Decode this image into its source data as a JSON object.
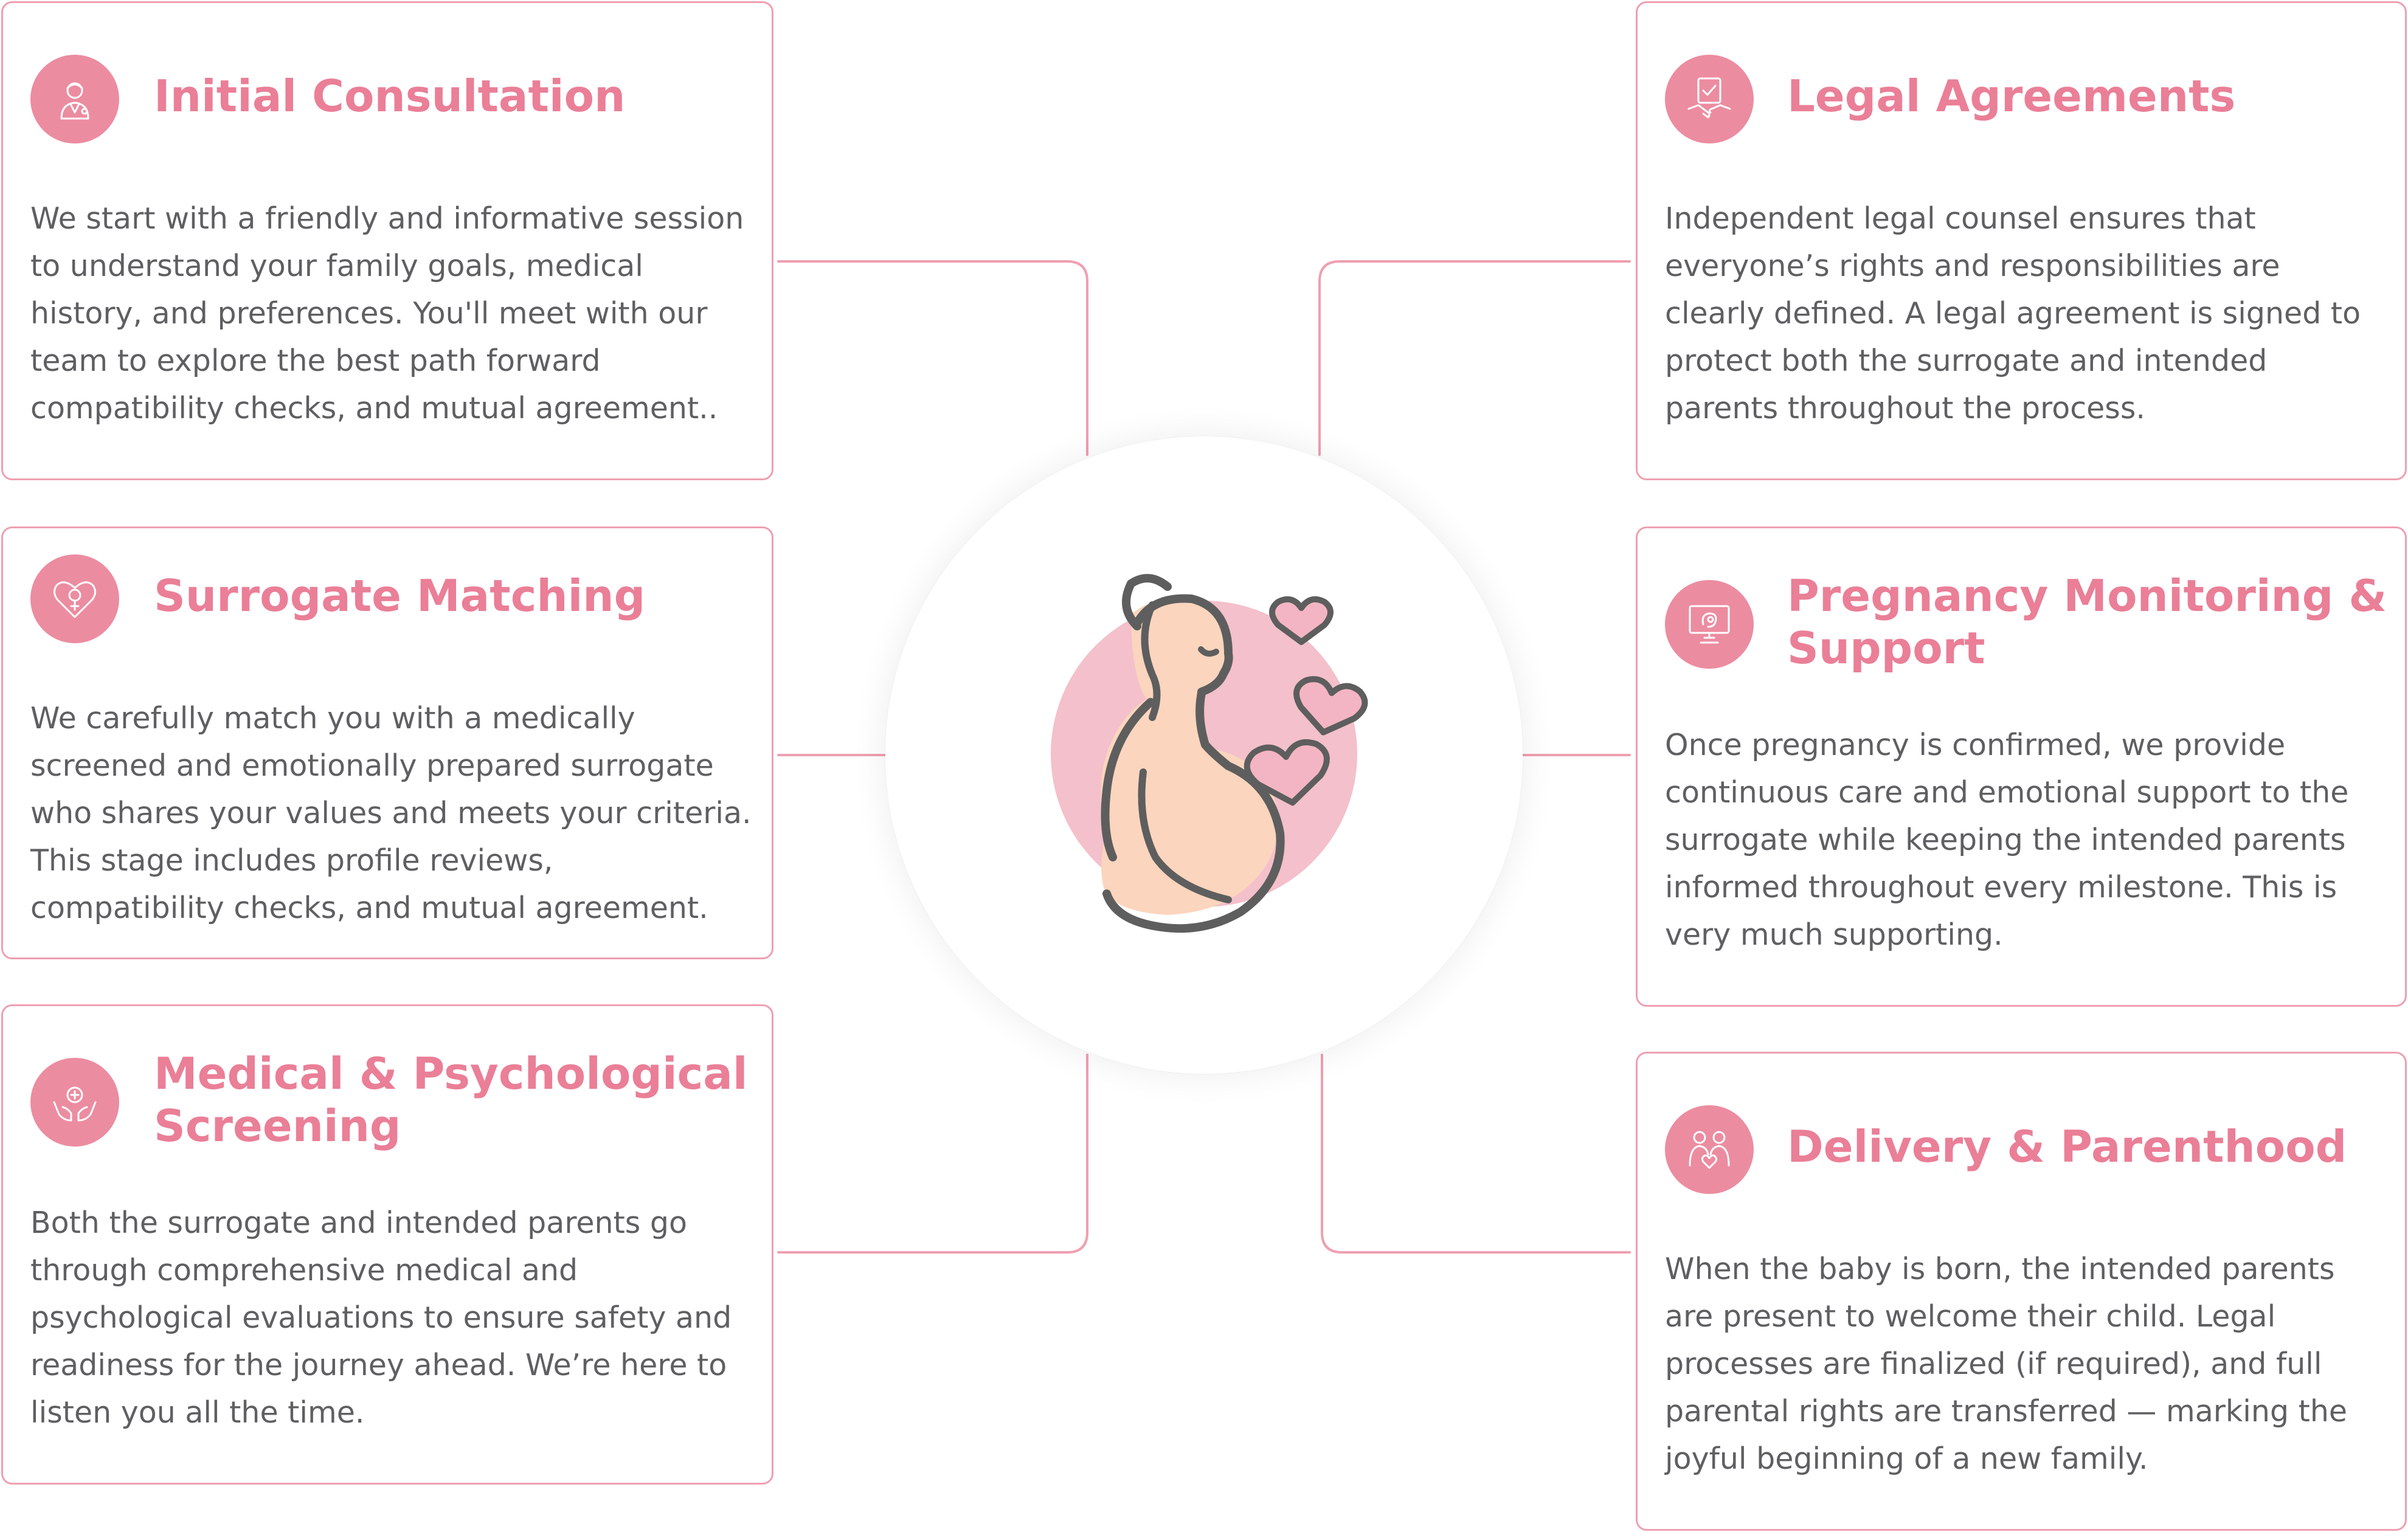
{
  "colors": {
    "accent": "#ea7f97",
    "border": "#ef9fb1",
    "icon_bg": "#ec8ca0",
    "text": "#5f5f62"
  },
  "steps": {
    "initial_consultation": {
      "icon": "doctor-icon",
      "title": "Initial Consultation",
      "body": "We start with a friendly and informative session to understand your family goals, medical history, and preferences. You'll meet with our team to explore the best path forward compatibility checks, and mutual agreement.."
    },
    "surrogate_matching": {
      "icon": "heart-female-icon",
      "title": "Surrogate Matching",
      "body": "We carefully match you with a medically screened and emotionally prepared surrogate who shares your values and meets your criteria. This stage includes profile reviews, compatibility checks, and mutual agreement."
    },
    "screening": {
      "icon": "hands-medical-icon",
      "title": "Medical & Psychological Screening",
      "body": "Both the surrogate and intended parents go through comprehensive medical and psychological evaluations to ensure safety and readiness for the journey ahead. We’re here to listen you all the time."
    },
    "legal_agreements": {
      "icon": "handshake-document-icon",
      "title": "Legal Agreements",
      "body": "Independent legal counsel ensures that everyone’s rights and responsibilities are clearly defined. A legal agreement is signed to protect both the surrogate and intended parents throughout the process."
    },
    "pregnancy_monitoring": {
      "icon": "ultrasound-monitor-icon",
      "title": "Pregnancy Monitoring & Support",
      "body": "Once pregnancy is confirmed, we provide continuous care and emotional support to the surrogate while keeping the intended parents informed throughout every milestone. This is very much supporting."
    },
    "delivery": {
      "icon": "family-icon",
      "title": "Delivery & Parenthood",
      "body": "When the baby is born, the intended parents are present to welcome their child. Legal processes are finalized (if required), and full parental rights are transferred — marking the joyful beginning of a new family."
    }
  },
  "center": {
    "icon": "pregnant-woman-hearts-icon"
  }
}
